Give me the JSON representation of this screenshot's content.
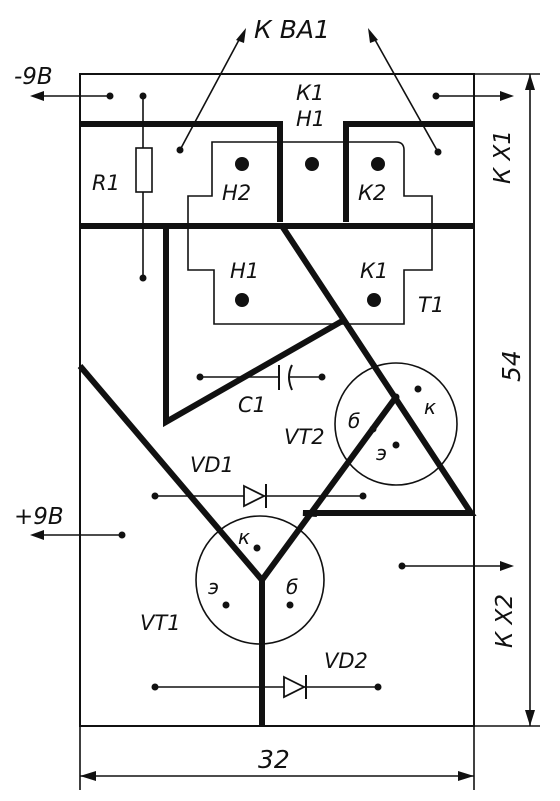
{
  "labels": {
    "to_ba1": "К ВА1",
    "minus_9v": "-9В",
    "plus_9v": "+9В",
    "k1_top": "К1",
    "h1_top": "Н1",
    "to_x1": "К Х1",
    "r1": "R1",
    "h2": "Н2",
    "k2": "К2",
    "h1_lower": "Н1",
    "k1_lower": "К1",
    "t1": "Т1",
    "c1": "С1",
    "vt2": "VТ2",
    "vt2_base": "б",
    "vt2_collector": "к",
    "vt2_emitter": "э",
    "vd1": "VD1",
    "vt1": "VТ1",
    "vt1_collector": "к",
    "vt1_emitter": "э",
    "vt1_base": "б",
    "vd2": "VD2",
    "to_x2": "К Х2",
    "dim_height": "54",
    "dim_width": "32"
  }
}
